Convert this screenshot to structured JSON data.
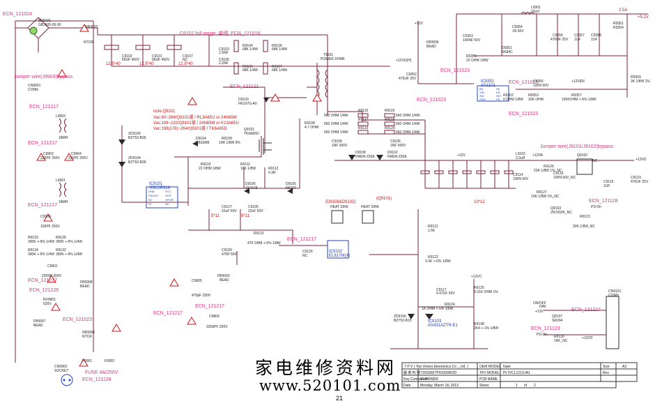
{
  "ecn": {
    "top_left": "ECN_121024",
    "c9107_note": "C9107 full range, 单键. ECN_121018",
    "jumper_left": "Jumper wire(J9903)bypass.",
    "left_217_a": "ECN_121217",
    "left_217_b": "ECN_121217",
    "left_217_c": "ECN_121217",
    "left_217_d": "ECN_121217",
    "left_226": "ECN_121226",
    "left_023": "ECN_121023",
    "bottom_217": "ECN_121217",
    "bottom_217_b": "ECN_121217",
    "bottom_128": "ECN_121128",
    "mid_121": "ECN_121121",
    "right_023_a": "ECN_121023",
    "right_023_b": "ECN_121023",
    "right_023_c": "ECN_121023",
    "right_023_d": "ECN_121023",
    "right_023_e": "ECN_121023",
    "right_128": "ECN_121128",
    "right_217": "ECN_121217",
    "right_123": "ECN_121123",
    "jumper_right": "Jumper wire(J9101/J9102)bypass."
  },
  "notes": {
    "note1": "note:Q9101",
    "note2": "Vac:90~264/Q9101選 / RL3A65U or 24N65M",
    "note3": "Vac:108~132/Q9101選 / 24N65M or K13A65U",
    "note4": "Vac:198(176)~264/Q9101選 / TK6A65D",
    "d_heat": "(D9108&D9102)",
    "q_heat": "(Q9101)",
    "heat_sink_a": "HEAT SINK",
    "heat_sink_b": "HEAT SINK",
    "label_5x11_a": "5*11",
    "label_5x11_b": "5*11",
    "label_10x12": "10*12",
    "label_125_a": "12.5*40",
    "label_125_b": "12.5*40",
    "label_125_c": "12.5*40"
  },
  "components": {
    "bd9101": "BD9101",
    "nr9902": "NR9902",
    "ntcr": "NTCR",
    "c9102": "C9102",
    "c9101": "C9101",
    "c9107": "C9107",
    "c9103": "C9103",
    "c9105": "C9105",
    "r9104": "R9104",
    "r9106": "R9106",
    "r9105": "R9105",
    "r9107": "R9107",
    "t9101": "T9101",
    "power_xfmr": "POWER XFMR",
    "cn9901": "CN9901",
    "lg9902": "L9902",
    "c9903": "C9903",
    "c9904": "C9904",
    "lg9901": "L9901",
    "c9906": "C9906",
    "r9133": "R9133",
    "r9135": "R9135",
    "r9134": "R9134",
    "r9132": "R9132",
    "c9901": "C9901",
    "fb9908": "FB9908",
    "rv9901": "RV9901",
    "fb9907": "FB9907",
    "nr9901": "NR9901",
    "f9901": "F9901",
    "cn9902": "CN9902",
    "socket": "SOCKET",
    "fuse": "FUSE 4A/250V",
    "zd9105": "ZD9105",
    "zd9104": "ZD9104",
    "ic9101": "IC9101",
    "d9104": "D9104",
    "r9109": "R9109",
    "r9110": "R9110",
    "r9111": "R9111",
    "r9112": "R9112",
    "q9101": "Q9101",
    "d9103": "D9103",
    "r9108": "R9108",
    "d9106": "D9106",
    "d9105": "D9105",
    "c9127": "C9127",
    "c9105b": "C9105",
    "r9113": "R9113",
    "c9109": "C9109",
    "c9126": "C9126",
    "ic9102": "IC9102",
    "c9117": "C9117",
    "r9124": "R9124",
    "r9125": "R9125",
    "ic9103": "IC9103",
    "r9138": "R9138",
    "zd9106": "ZD9106",
    "c9805": "C9805",
    "fb9903": "FB9903",
    "c9809": "C9809",
    "fb9906": "FB9906",
    "c9352": "C9352",
    "c9353": "C9353",
    "r9355": "R9355",
    "c9354": "C9354",
    "d9351": "D9351",
    "c9356": "C9356",
    "c9357": "C9357",
    "c9358": "C9358",
    "r9351": "R9351",
    "l9301": "L9301",
    "ic9351": "IC9351",
    "c9355": "C9355",
    "r9357": "R9357",
    "r9359": "R9359",
    "r9352": "R9352",
    "r9353": "R9353",
    "r9354": "R9354",
    "r9115": "R9115",
    "r9116": "R9116",
    "r9117": "R9117",
    "r9118": "R9118",
    "r9119": "R9119",
    "r9120": "R9120",
    "c9108": "C9108",
    "c9106": "C9106",
    "d9108": "D9108",
    "d9102": "D9102",
    "l9102": "L9102",
    "c9114": "C9114",
    "r9126": "R9126",
    "c9119": "C9119",
    "q9102": "Q9102",
    "c9115": "C9115",
    "c9123": "C9123",
    "r9127": "R9127",
    "q9103": "Q9103",
    "r9123": "R9123",
    "r9121": "R9121",
    "r9122": "R9122",
    "c9107b": "Q9107",
    "r9130": "R9130",
    "cn9101": "CN9101",
    "conn": "CONN"
  },
  "values": {
    "bd9101": "GBJ605-05-90",
    "c9102": "56UF 450V",
    "c9101": "56UF 450V",
    "c9107": "NC",
    "c9103": "1.5NF",
    "c9105": "2.2NF",
    "r9104": "68K 1/4W",
    "r9106": "68K 1/4W",
    "r9105": "68K 1/4W",
    "r9107": "68K 1/4W",
    "cn9901": "CONN",
    "lg9902": "18MH",
    "c9903": "220PF 250V",
    "c9904": "220PF 250V",
    "lg9901": "18MH",
    "c9906": "100PF 250V",
    "r9133": "390K +-5% 1/4W",
    "r9135": "390K +-5% 1/4W",
    "r9134": "390K +-5% 1/4W",
    "r9132": "390K +-5% 1/4W",
    "c9901": "220NF 300V",
    "fb9908": "BEAD",
    "rv9901": "620V",
    "fb9907": "BEAD",
    "nr9901": "NTCR",
    "f9901": "F9902",
    "cn9902": "SOCKET",
    "zd9105": "BZT52-B39",
    "zd9104": "BZT52-B39",
    "ic9101": "SSC2R318",
    "d9104": "RB160M",
    "r9109": "10R 1/8W 5%",
    "r9110": "22 OHM 1/8W",
    "r9111": "10K 1/8W",
    "r9112": "0.3R",
    "q9101": "TK6A65D",
    "d9103": "FR107G-A0",
    "r9108": "4.7 OHM",
    "d9106": "1N4148",
    "d9105": "FR107",
    "c9127": "22uF 50V",
    "c9105b": "22uF 50V",
    "r9113": "470 OHM +-5% 1/8W",
    "c9109": "470P 50V",
    "c9126": "NC",
    "ic9102": "EL817M(X)",
    "c9117": "0.47UF 50V",
    "r9124": "1K OHM +-5% 1/8W",
    "r9125": "9.31K OHM 1%",
    "ic9103": "AS431AZTR-E1",
    "r9138": "2K4 +-1% 1/8W",
    "zd9106": "BZT52-B15",
    "c9805": "470pF 250V",
    "fb9903": "BEAD",
    "c9809": "2200PF 250V",
    "fb9906": "BEAD",
    "c9352": "470UF 25V",
    "c9353": "100NF 50V",
    "r9355": "22 OHM 1/8W",
    "c9354": "1N 50V",
    "d9351": "SK84C",
    "c9356": "470UF 25V",
    "c9357": "1UF",
    "c9358": "1UF",
    "l9301": "15uH",
    "ic9351": "AS1101",
    "c9355": "100N 50V",
    "r9357": "100KOHM +-5% 1/8W",
    "r9359": "2K 1/8W 1%",
    "r9352": "0 OHM 1/8W",
    "r9353": "33K OHM",
    "r9115": "560 OHM 1/4W",
    "r9116": "560 OHM 1/4W",
    "r9117": "560 OHM 1/4W",
    "r9118": "560 OHM 1/4W",
    "r9119": "560 OHM 1/4W",
    "r9120": "560 OHM 1/4W",
    "c9108": "1NF 500V",
    "c9106": "1NF 500V",
    "d9108": "FMEN-220A",
    "d9102": "FMEN-220A",
    "l9102": "3.3uH",
    "c9114": "100N 50V",
    "r9126": "22K 1/8W 1%_NC",
    "c9119": "100N 50V_NC",
    "q9102": "NC",
    "c9115": "1UF",
    "c9123": "470UF 25V",
    "r9127": "10K 1/8W 1%_NC",
    "q9103": "2N7002K_NC",
    "r9123": "20K 1/8W_NC",
    "r9121": "1.5K",
    "r9122": "3.3K +-5% 1/8W",
    "c9107b": "SR204",
    "r9130": "1NF_NC",
    "cn9101": "CONN"
  },
  "nets": {
    "v12_a": "+12V",
    "v12vd": "+12VD(H)",
    "v5": "+5.2V",
    "amp": "2.5A",
    "v12en": "+12VEN",
    "v12_b": "+12V",
    "v12a": "+12VA",
    "v12vd_b": "+12VD",
    "v12vc": "+12VC",
    "v12_c": "+12V",
    "ps_on": "PS-On",
    "on_off": "ON/OFF",
    "dim": "DIM",
    "v12vd_c": "+12VD",
    "ps_on_b": "PS-On"
  },
  "ic_pins": {
    "ic9101": [
      "GND",
      "VCC",
      "FB/OLP",
      "OCP",
      "NC",
      "DRIVE",
      "ST",
      "NC"
    ],
    "ic9351": [
      "BS",
      "SS",
      "VIN",
      "EN",
      "SW",
      "SET",
      "GND",
      "FB"
    ]
  },
  "title_block": {
    "tpv": "T P V   ( Top  Victory  Electronics  Co .,  Ltd. )",
    "oem_model_label": "OEM MODEL",
    "oem_model": "haier",
    "size_label": "Size",
    "size": "A3",
    "part_label": "圖 號 料 號",
    "part_no": "715G5827P01000002D",
    "tpv_model_label": "TPV MODEL",
    "tpv_model": "PLTVCL121XJA1",
    "rev_label": "Rev",
    "key_label": "Key Component",
    "key": "01.POWER",
    "pcb_label": "PCB NAME",
    "date_label": "Date",
    "date": "Monday,  March 18, 2013",
    "sheet_label": "Sheet",
    "sheet": "1",
    "of_label": "of",
    "of": "2"
  },
  "watermark": {
    "chinese": "家电维修资料网",
    "url": "www.520101.com"
  },
  "page_number": "21",
  "colors": {
    "wire": "#7a1e3c",
    "ecn": "#e03080",
    "note": "#d01010",
    "ic": "#2040c0",
    "green": "#1c6e1c"
  }
}
